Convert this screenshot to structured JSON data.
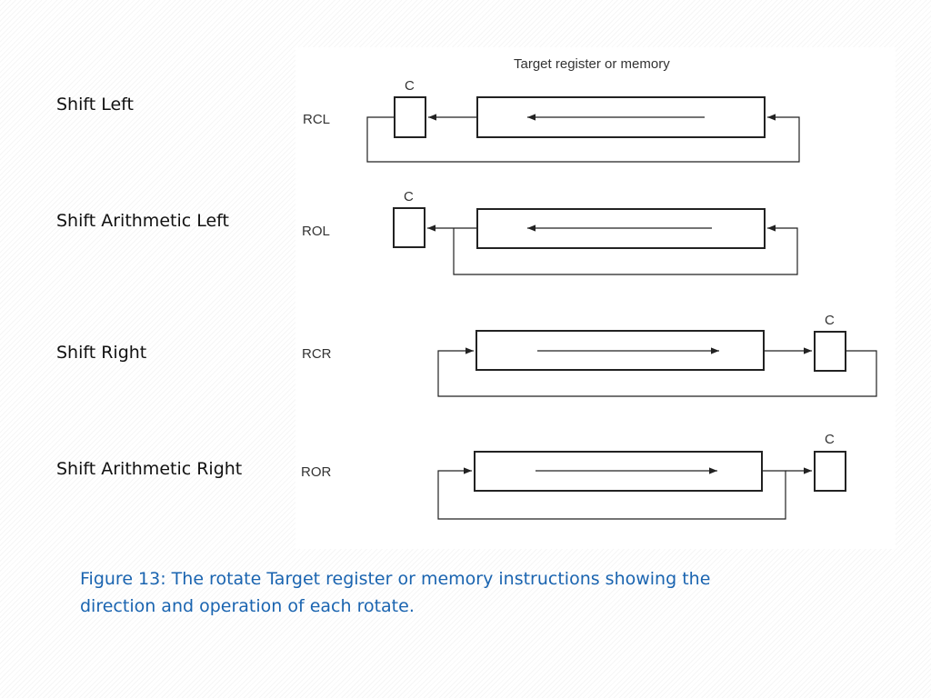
{
  "labels": {
    "shift_left": "Shift Left",
    "shift_arithmetic_left": "Shift Arithmetic Left",
    "shift_right": "Shift Right",
    "shift_arithmetic_right": "Shift Arithmetic Right"
  },
  "diagram": {
    "heading": "Target register or memory",
    "carry_label": "C",
    "rows": [
      {
        "mnemonic": "RCL",
        "direction": "left"
      },
      {
        "mnemonic": "ROL",
        "direction": "left"
      },
      {
        "mnemonic": "RCR",
        "direction": "right"
      },
      {
        "mnemonic": "ROR",
        "direction": "right"
      }
    ]
  },
  "caption": {
    "line1": "Figure 13: The rotate Target register or memory instructions showing the",
    "line2": "direction and operation of each rotate."
  }
}
